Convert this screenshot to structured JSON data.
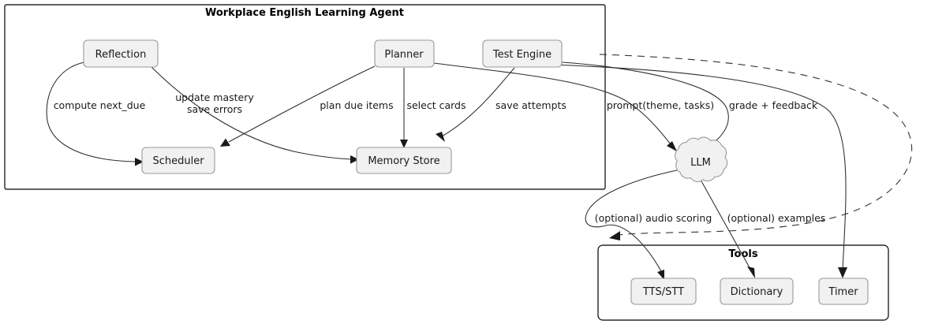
{
  "diagram": {
    "type": "component-flow-diagram",
    "background": "#ffffff",
    "node_fill": "#F1F1F1",
    "node_stroke": "#9A9A9A",
    "edge_color": "#2b2b2b"
  },
  "packages": [
    {
      "id": "agent",
      "title": "Workplace English Learning Agent"
    },
    {
      "id": "tools",
      "title": "Tools"
    }
  ],
  "nodes": [
    {
      "id": "reflection",
      "label": "Reflection",
      "shape": "rect"
    },
    {
      "id": "planner",
      "label": "Planner",
      "shape": "rect"
    },
    {
      "id": "testengine",
      "label": "Test Engine",
      "shape": "rect"
    },
    {
      "id": "scheduler",
      "label": "Scheduler",
      "shape": "rect"
    },
    {
      "id": "memorystore",
      "label": "Memory Store",
      "shape": "rect"
    },
    {
      "id": "llm",
      "label": "LLM",
      "shape": "cloud"
    },
    {
      "id": "ttsstt",
      "label": "TTS/STT",
      "shape": "rect"
    },
    {
      "id": "dictionary",
      "label": "Dictionary",
      "shape": "rect"
    },
    {
      "id": "timer",
      "label": "Timer",
      "shape": "rect"
    }
  ],
  "edges": [
    {
      "id": "e1",
      "from": "reflection",
      "to": "scheduler",
      "label": "compute next_due",
      "style": "solid"
    },
    {
      "id": "e2",
      "from": "reflection",
      "to": "memorystore",
      "label": "update mastery",
      "label2": "save errors",
      "style": "solid"
    },
    {
      "id": "e3",
      "from": "planner",
      "to": "scheduler",
      "label": "plan due items",
      "style": "solid"
    },
    {
      "id": "e4",
      "from": "planner",
      "to": "memorystore",
      "label": "select cards",
      "style": "solid"
    },
    {
      "id": "e5",
      "from": "testengine",
      "to": "memorystore",
      "label": "save attempts",
      "style": "solid"
    },
    {
      "id": "e6",
      "from": "planner",
      "to": "llm",
      "label": "prompt(theme, tasks)",
      "style": "solid"
    },
    {
      "id": "e7",
      "from": "testengine",
      "to": "llm",
      "label": "grade + feedback",
      "style": "solid"
    },
    {
      "id": "e8",
      "from": "llm",
      "to": "ttsstt",
      "label": "(optional) audio scoring",
      "style": "solid"
    },
    {
      "id": "e9",
      "from": "llm",
      "to": "dictionary",
      "label": "(optional) examples",
      "style": "solid"
    },
    {
      "id": "e10",
      "from": "testengine",
      "to": "timer",
      "label": "",
      "style": "solid"
    },
    {
      "id": "e11",
      "from": "testengine",
      "to": "ttsstt",
      "label": "",
      "style": "dashed"
    }
  ]
}
